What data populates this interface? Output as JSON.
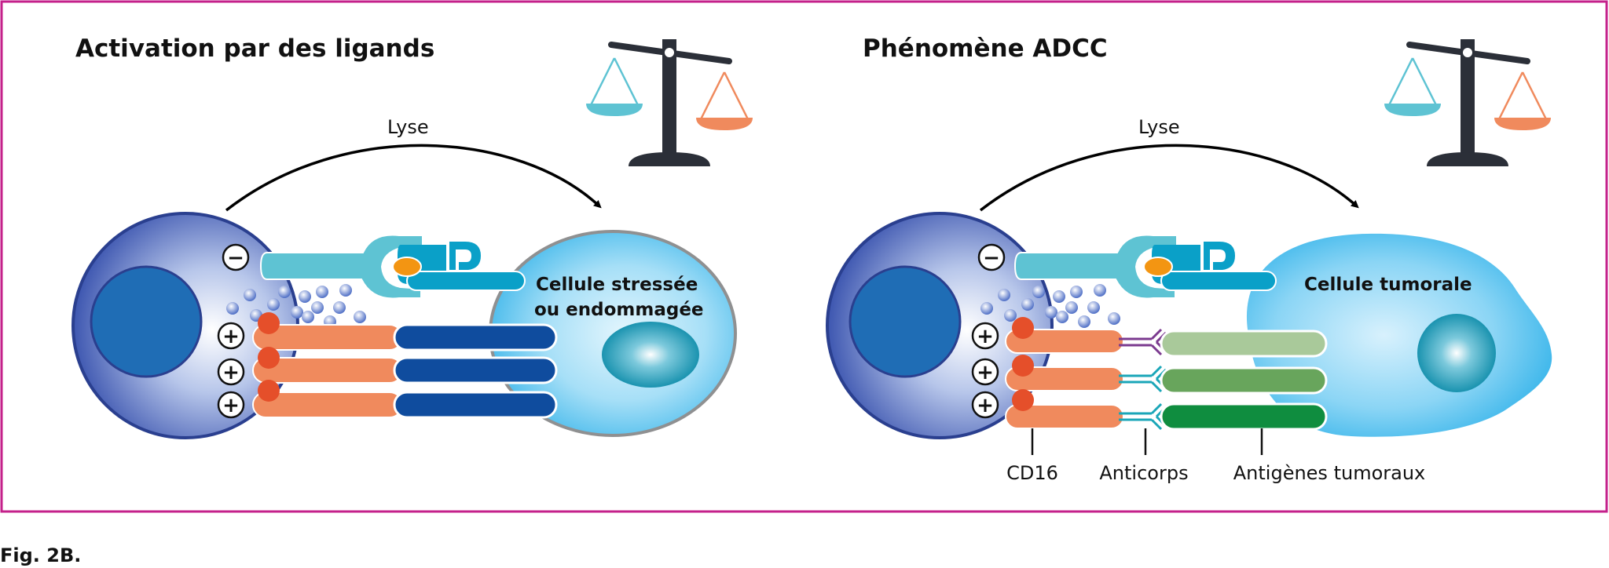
{
  "left_panel": {
    "title": "Activation par des ligands",
    "arrow_label": "Lyse",
    "target_cell_label_line1": "Cellule stressée",
    "target_cell_label_line2": "ou endommagée",
    "inhibitory_sign": "−",
    "activating_signs": [
      "+",
      "+",
      "+"
    ]
  },
  "right_panel": {
    "title": "Phénomène ADCC",
    "arrow_label": "Lyse",
    "target_cell_label": "Cellule tumorale",
    "inhibitory_sign": "−",
    "activating_signs": [
      "+",
      "+",
      "+"
    ],
    "callouts": {
      "cd16": "CD16",
      "antibody": "Anticorps",
      "tumor_antigens": "Antigènes tumoraux"
    }
  },
  "caption": "Fig. 2B.",
  "colors": {
    "frame": "#c4218b",
    "nk_cell": "#2a3f8f",
    "nucleus": "#1f6db5",
    "receptor_orange": "#f08a5d",
    "ligand_navy": "#0f4c9e",
    "inhibitory_teal": "#5ec3d3",
    "ligand_teal": "#0aa0c8",
    "target_cell": "#5bc4ef",
    "scale_dark": "#2b2f38",
    "pan_teal": "#5ec3d3",
    "pan_orange": "#f08a5d",
    "antigen_light": "#a9c99a",
    "antigen_mid": "#68a55c",
    "antigen_dark": "#0f8d3f"
  }
}
